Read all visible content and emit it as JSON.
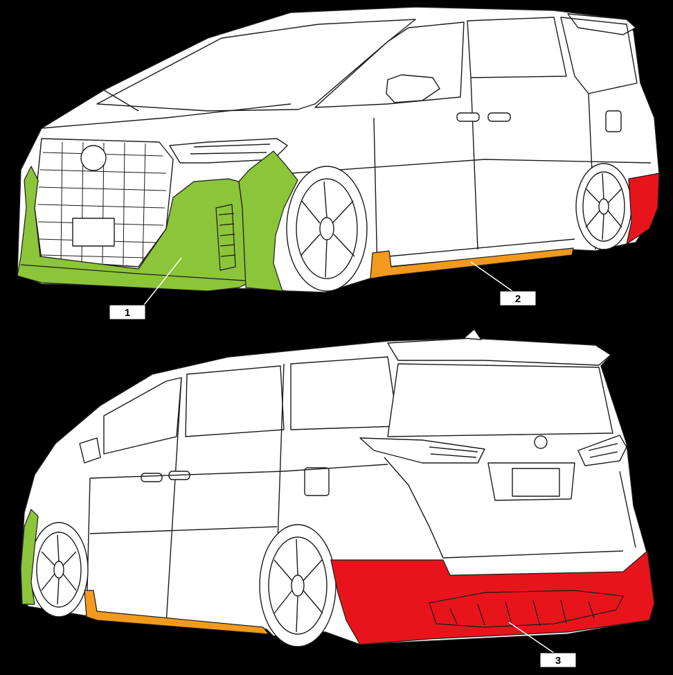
{
  "colors": {
    "background": "#000000",
    "body": "#ffffff",
    "outline": "#1a1a1a",
    "front_bumper": "#8cc43a",
    "side_skirt": "#f39a1e",
    "rear_bumper": "#e8141c"
  },
  "callouts": [
    {
      "label": "1",
      "part": "front-bumper"
    },
    {
      "label": "2",
      "part": "side-skirt"
    },
    {
      "label": "3",
      "part": "rear-bumper"
    }
  ]
}
